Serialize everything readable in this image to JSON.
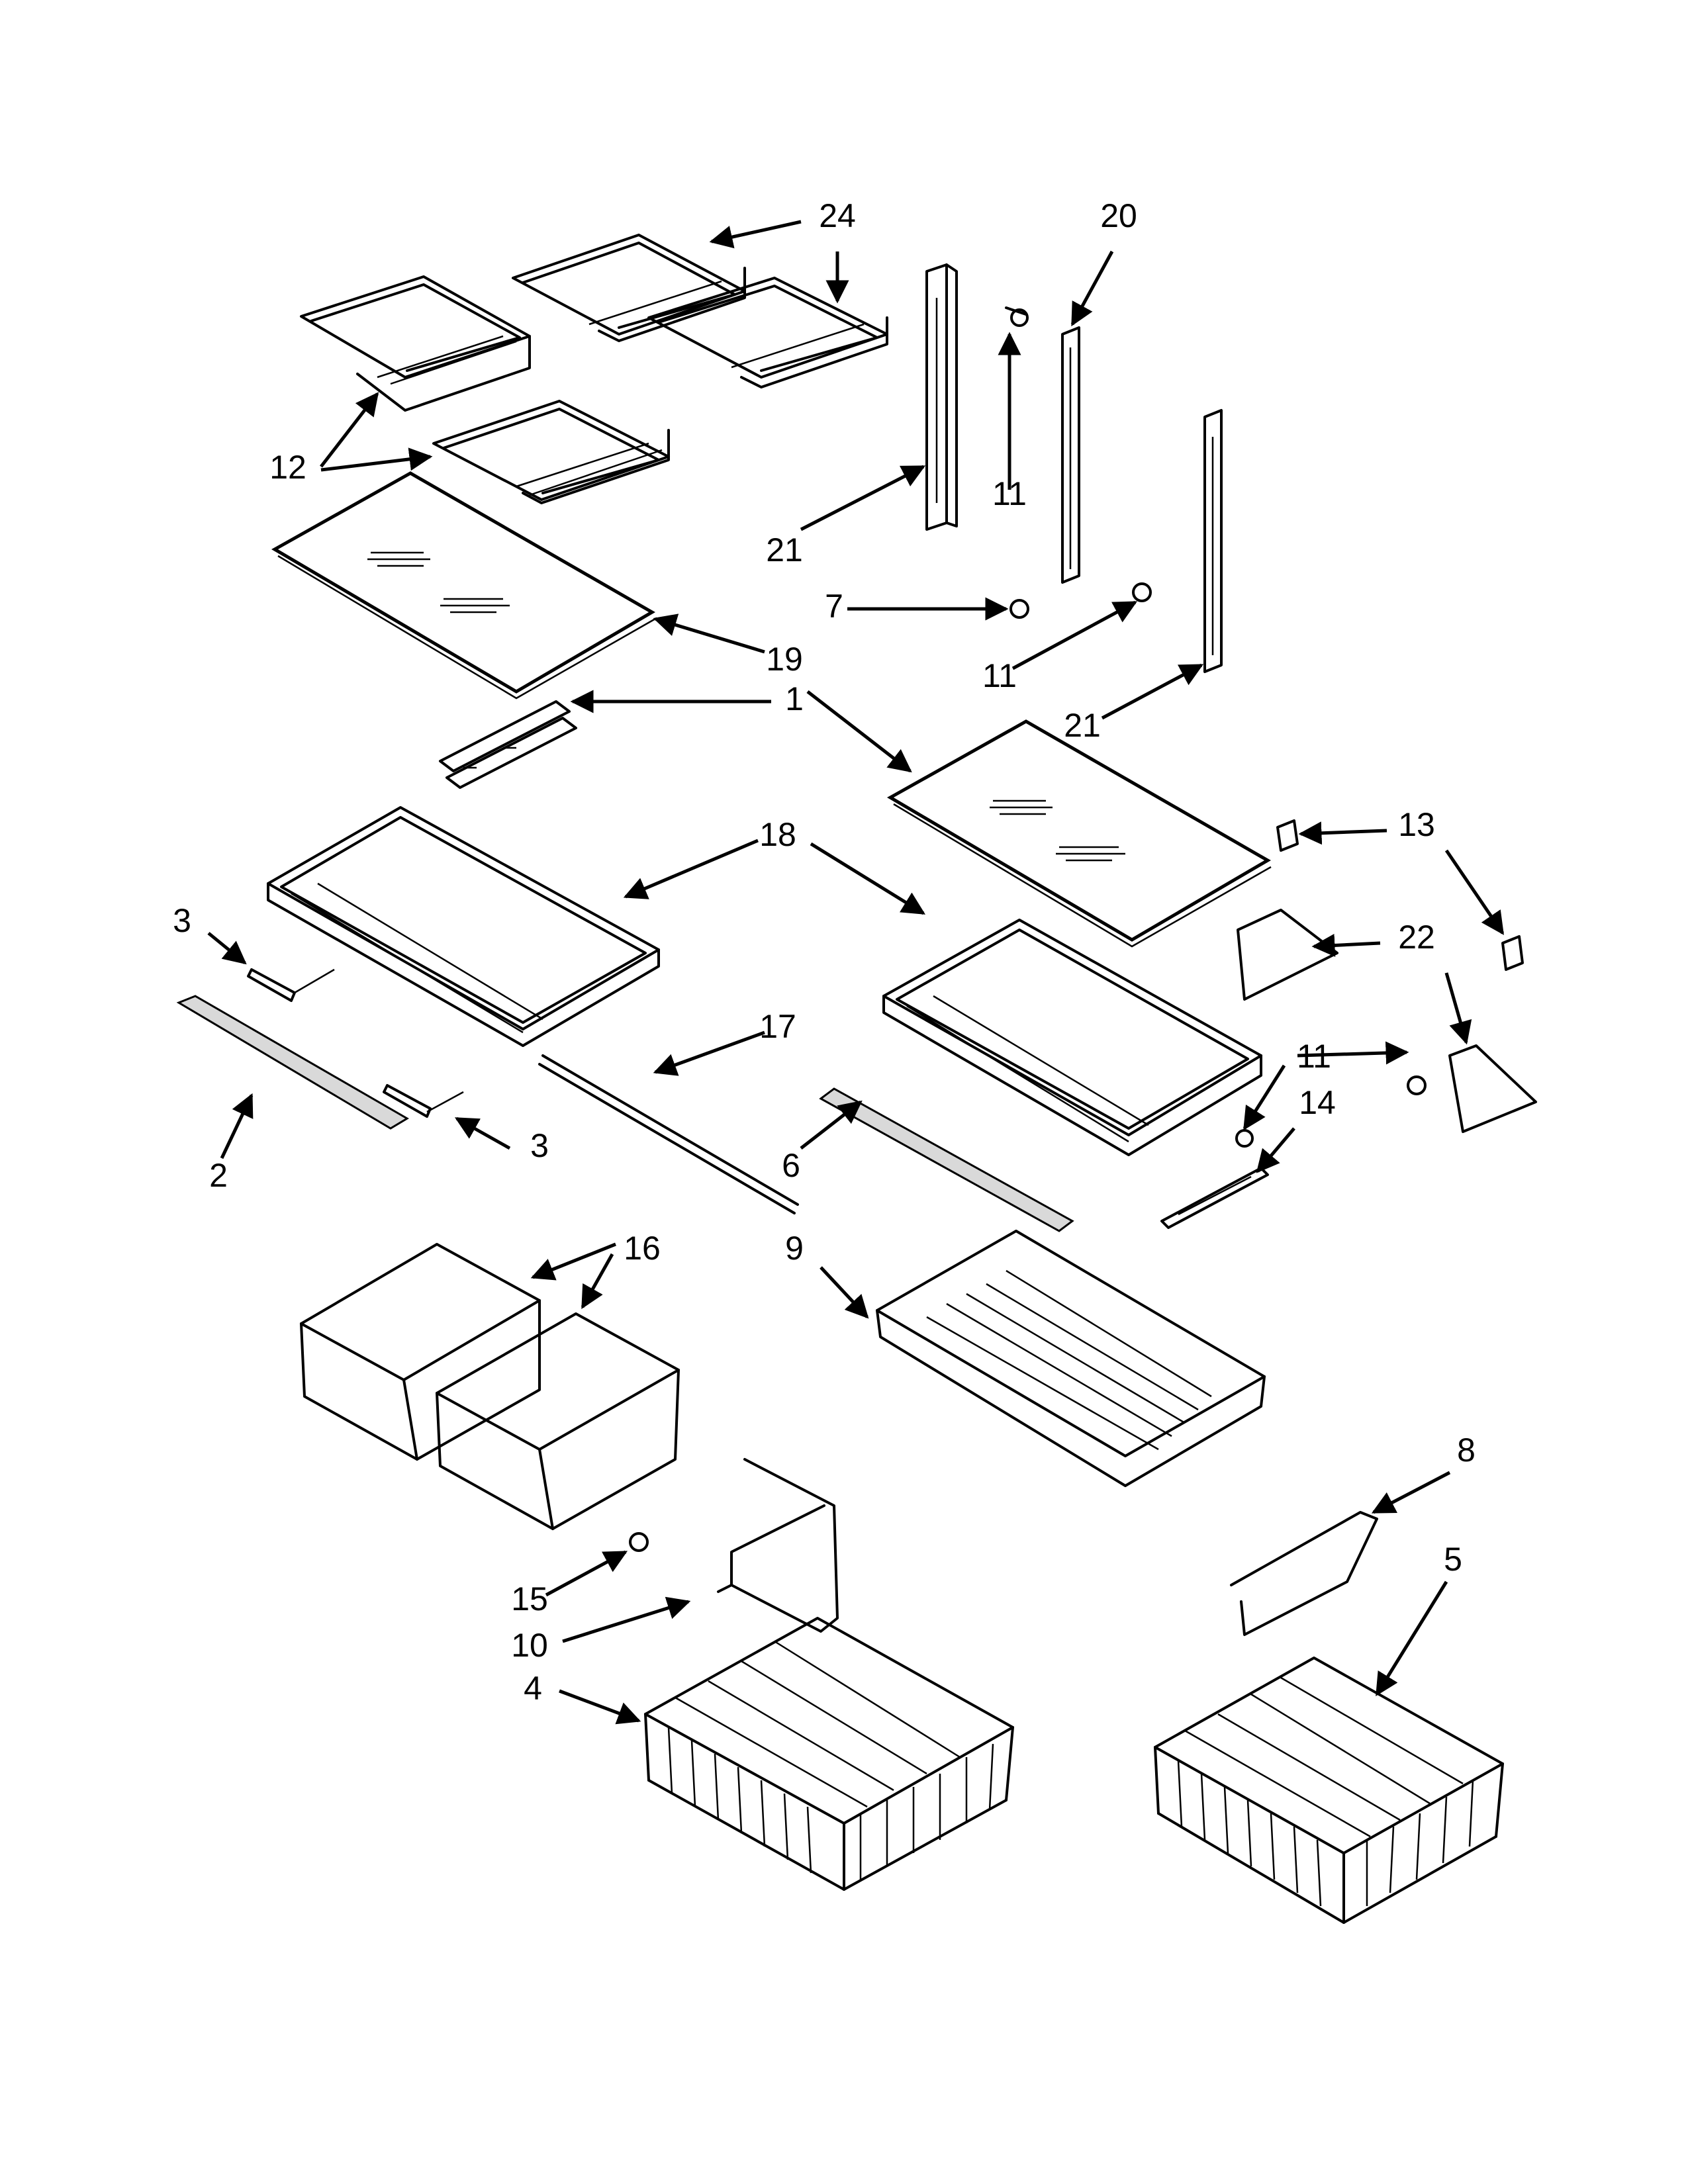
{
  "diagram": {
    "callouts": [
      {
        "id": "c24",
        "label": "24"
      },
      {
        "id": "c20",
        "label": "20"
      },
      {
        "id": "c12",
        "label": "12"
      },
      {
        "id": "c11a",
        "label": "11"
      },
      {
        "id": "c21a",
        "label": "21"
      },
      {
        "id": "c7",
        "label": "7"
      },
      {
        "id": "c19",
        "label": "19"
      },
      {
        "id": "c11b",
        "label": "11"
      },
      {
        "id": "c1",
        "label": "1"
      },
      {
        "id": "c21b",
        "label": "21"
      },
      {
        "id": "c18",
        "label": "18"
      },
      {
        "id": "c13",
        "label": "13"
      },
      {
        "id": "c3a",
        "label": "3"
      },
      {
        "id": "c22",
        "label": "22"
      },
      {
        "id": "c17",
        "label": "17"
      },
      {
        "id": "c11c",
        "label": "11"
      },
      {
        "id": "c14",
        "label": "14"
      },
      {
        "id": "c2",
        "label": "2"
      },
      {
        "id": "c3b",
        "label": "3"
      },
      {
        "id": "c6",
        "label": "6"
      },
      {
        "id": "c16",
        "label": "16"
      },
      {
        "id": "c9",
        "label": "9"
      },
      {
        "id": "c8",
        "label": "8"
      },
      {
        "id": "c15",
        "label": "15"
      },
      {
        "id": "c5",
        "label": "5"
      },
      {
        "id": "c10",
        "label": "10"
      },
      {
        "id": "c4",
        "label": "4"
      }
    ]
  }
}
